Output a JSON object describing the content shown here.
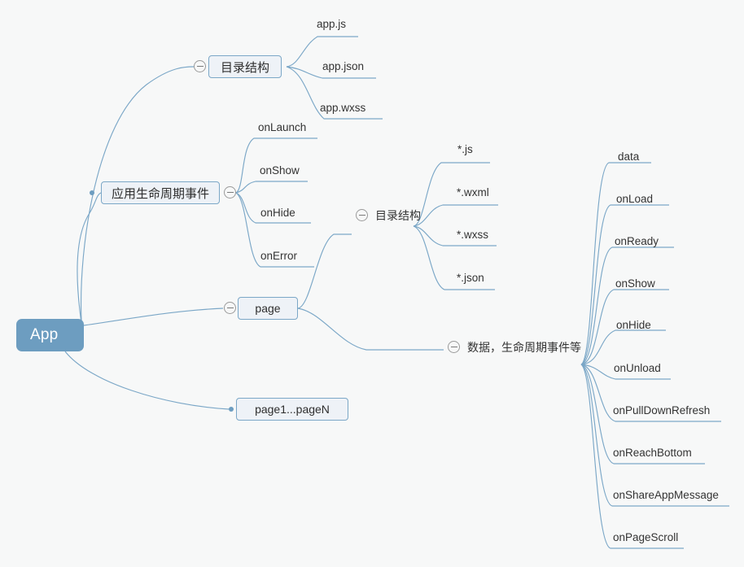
{
  "diagram": {
    "title_node": "App",
    "background_color": "#f7f8f8",
    "accent_color": "#6d9dc0",
    "node_fill": "#eef2f7",
    "link_color": "#7ba7c7",
    "text_color": "#333333"
  },
  "root": {
    "label": "App"
  },
  "branches": {
    "dir_structure_app": {
      "label": "目录结构",
      "toggle": "collapse-minus-icon",
      "children": [
        {
          "label": "app.js"
        },
        {
          "label": "app.json"
        },
        {
          "label": "app.wxss"
        }
      ]
    },
    "app_lifecycle": {
      "label": "应用生命周期事件",
      "toggle": "collapse-minus-icon",
      "children": [
        {
          "label": "onLaunch"
        },
        {
          "label": "onShow"
        },
        {
          "label": "onHide"
        },
        {
          "label": "onError"
        }
      ]
    },
    "page": {
      "label": "page",
      "toggle": "collapse-minus-icon",
      "children": [
        {
          "label": "目录结构",
          "toggle": "collapse-minus-icon",
          "children": [
            {
              "label": "*.js"
            },
            {
              "label": "*.wxml"
            },
            {
              "label": "*.wxss"
            },
            {
              "label": "*.json"
            }
          ]
        },
        {
          "label": "数据，生命周期事件等",
          "toggle": "collapse-minus-icon",
          "children": [
            {
              "label": "data"
            },
            {
              "label": "onLoad"
            },
            {
              "label": "onReady"
            },
            {
              "label": "onShow"
            },
            {
              "label": "onHide"
            },
            {
              "label": "onUnload"
            },
            {
              "label": "onPullDownRefresh"
            },
            {
              "label": "onReachBottom"
            },
            {
              "label": "onShareAppMessage"
            },
            {
              "label": "onPageScroll"
            }
          ]
        }
      ]
    },
    "pages_range": {
      "label": "page1...pageN"
    }
  }
}
